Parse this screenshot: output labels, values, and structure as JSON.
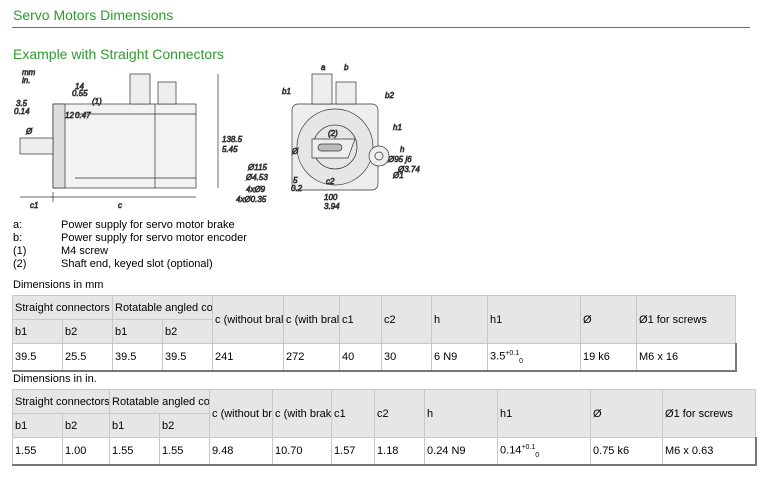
{
  "title": "Servo Motors Dimensions",
  "subtitle": "Example with Straight Connectors",
  "drawing": {
    "labels": {
      "units_mm": "mm",
      "units_in": "in.",
      "d14": "14",
      "d055": "0.55",
      "d1": "(1)",
      "d35": "3.5",
      "d014": "0.14",
      "d12": "12",
      "d047": "0.47",
      "d1385": "138.5",
      "d545": "5.45",
      "dia": "Ø",
      "c1": "c1",
      "c": "c",
      "a": "a",
      "b": "b",
      "b1": "b1",
      "b2": "b2",
      "d95": "Ø95 j6",
      "d374": "Ø3.74 j6",
      "d115": "Ø115",
      "d453": "Ø4.53",
      "d4x9": "4xØ9",
      "d4x035": "4xØ0.35",
      "d100": "100",
      "d394": "3.94",
      "d2": "(2)",
      "dia2": "Ø",
      "d5": "5",
      "d02": "0.2",
      "c2": "c2",
      "h1": "h1",
      "h": "h",
      "dia1": "Ø1"
    }
  },
  "legend": [
    {
      "key": "a:",
      "text": "Power supply for servo motor brake"
    },
    {
      "key": "b:",
      "text": "Power supply for servo motor encoder"
    },
    {
      "key": "(1)",
      "text": "M4 screw"
    },
    {
      "key": "(2)",
      "text": "Shaft end, keyed slot (optional)"
    }
  ],
  "tables": [
    {
      "caption": "Dimensions in mm",
      "headers": [
        "Straight connectors",
        "Rotatable angled co",
        "c (without bral",
        "c (with bral",
        "c1",
        "c2",
        "h",
        "h1",
        "Ø",
        "Ø1 for screws"
      ],
      "sub": [
        "b1",
        "b2",
        "b1",
        "b2"
      ],
      "values": [
        "39.5",
        "25.5",
        "39.5",
        "39.5",
        "241",
        "272",
        "40",
        "30",
        "6 N9",
        "3.5",
        "19 k6",
        "M6 x 16"
      ],
      "h1_sup": "+0.1",
      "h1_sub": "0"
    },
    {
      "caption": "Dimensions in in.",
      "headers": [
        "Straight connectors",
        "Rotatable angled co",
        "c (without bra",
        "c (with brak",
        "c1",
        "c2",
        "h",
        "h1",
        "Ø",
        "Ø1 for screws"
      ],
      "sub": [
        "b1",
        "b2",
        "b1",
        "b2"
      ],
      "values": [
        "1.55",
        "1.00",
        "1.55",
        "1.55",
        "9.48",
        "10.70",
        "1.57",
        "1.18",
        "0.24 N9",
        "0.14",
        "0.75 k6",
        "M6 x 0.63"
      ],
      "h1_sup": "+0.1",
      "h1_sub": "0"
    }
  ]
}
